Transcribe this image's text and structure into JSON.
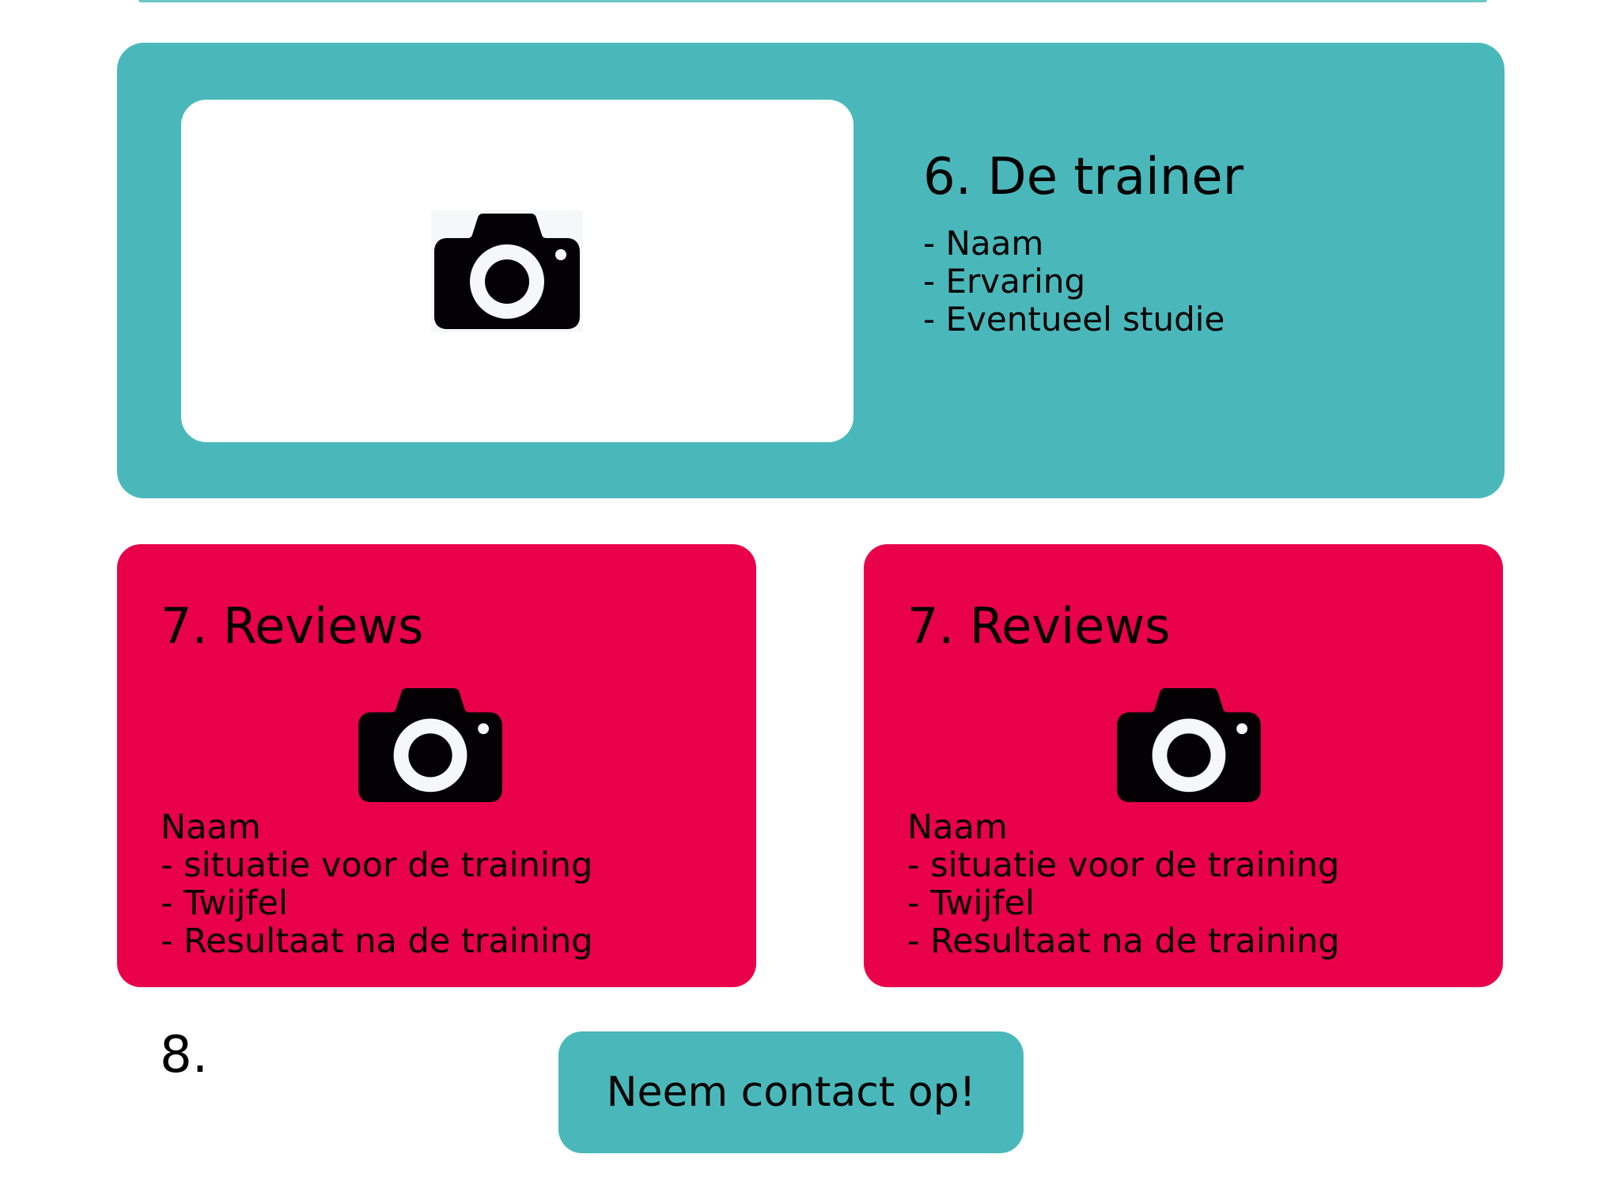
{
  "colors": {
    "teal": "#4ab8ba",
    "red": "#e8004a",
    "white": "#ffffff",
    "text": "#000000"
  },
  "trainer": {
    "title": "6. De trainer",
    "image_icon": "camera-icon",
    "items": [
      "- Naam",
      "- Ervaring",
      "- Eventueel studie"
    ]
  },
  "reviews": [
    {
      "title": "7. Reviews",
      "image_icon": "camera-icon",
      "lines": [
        "Naam",
        "- situatie voor de training",
        "- Twijfel",
        "- Resultaat na de training"
      ]
    },
    {
      "title": "7. Reviews",
      "image_icon": "camera-icon",
      "lines": [
        "Naam",
        "- situatie voor de training",
        "- Twijfel",
        "- Resultaat na de training"
      ]
    }
  ],
  "contact": {
    "section_number": "8.",
    "button_label": "Neem contact op!"
  }
}
